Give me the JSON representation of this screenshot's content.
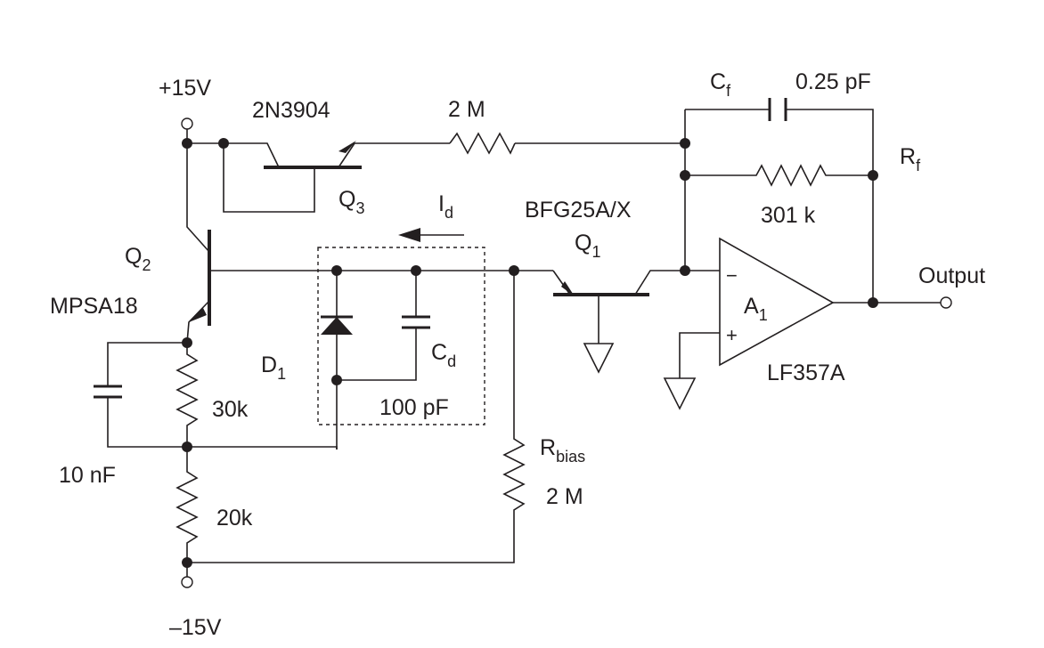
{
  "labels": {
    "vplus": "+15V",
    "vminus": "–15V",
    "q3_part": "2N3904",
    "q3_name": "Q",
    "q3_sub": "3",
    "r_2m_top": "2 M",
    "cf_name": "C",
    "cf_sub": "f",
    "cf_value": "0.25 pF",
    "rf_name": "R",
    "rf_sub": "f",
    "rf_value": "301  k",
    "id_name": "I",
    "id_sub": "d",
    "q1_part": "BFG25A/X",
    "q1_name": "Q",
    "q1_sub": "1",
    "q2_name": "Q",
    "q2_sub": "2",
    "q2_part": "MPSA18",
    "d1_name": "D",
    "d1_sub": "1",
    "cd_name": "C",
    "cd_sub": "d",
    "cd_value": "100 pF",
    "r30k": "30k",
    "c10n": "10 nF",
    "r20k": "20k",
    "rbias_name": "R",
    "rbias_sub": "bias",
    "rbias_value": "2 M",
    "opamp_name": "A",
    "opamp_sub": "1",
    "opamp_part": "LF357A",
    "opamp_minus": "−",
    "opamp_plus": "+",
    "output": "Output"
  }
}
